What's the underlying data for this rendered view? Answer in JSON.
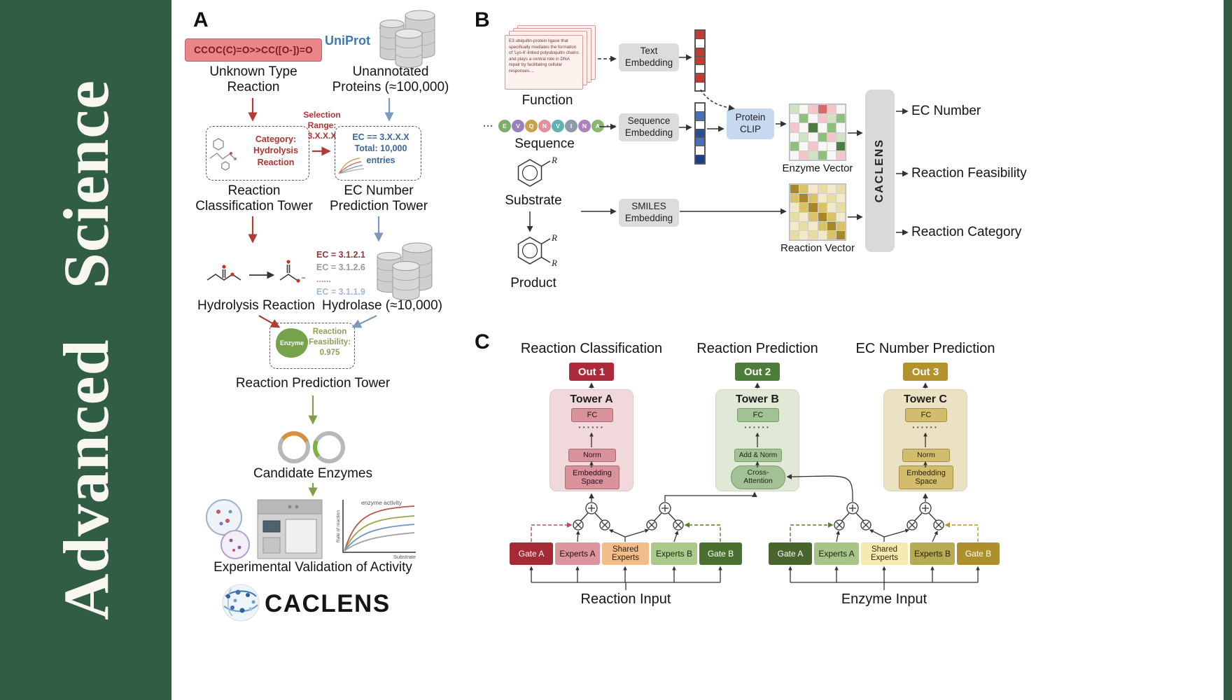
{
  "journal": {
    "title": "Advanced  Science",
    "band_color": "#315d45"
  },
  "panel_a": {
    "label": "A",
    "smiles": "CCOC(C)=O>>CC([O-])=O",
    "unknown_reaction": "Unknown Type\nReaction",
    "uniprot": "UniProt",
    "unannotated": "Unannotated\nProteins (≈100,000)",
    "category_box": "Category:\nHydrolysis\nReaction",
    "selection_range": "Selection\nRange:\n3.X.X.X",
    "ec_filter_box": "EC == 3.X.X.X\nTotal: 10,000\nentries",
    "classification_tower": "Reaction\nClassification Tower",
    "ec_tower": "EC Number\nPrediction Tower",
    "ec_list": [
      "EC = 3.1.2.1",
      "EC = 3.1.2.6",
      "......",
      "EC = 3.1.1.9"
    ],
    "hydrolysis": "Hydrolysis Reaction",
    "hydrolase": "Hydrolase (≈10,000)",
    "enzyme": "Enzyme",
    "feasibility": "Reaction\nFeasibility:\n0.975",
    "prediction_tower": "Reaction Prediction Tower",
    "candidates": "Candidate Enzymes",
    "validation": "Experimental Validation of Activity",
    "plot": {
      "annotation": "enzyme activity",
      "xlabel": "Substrate",
      "ylabel": "Rate of reaction"
    },
    "wordmark": "CACLENS"
  },
  "panel_b": {
    "label": "B",
    "function_card": "E3 ubiquitin-protein ligase that specifically mediates the formation of 'Lys-6'-linked polyubiquitin chains and plays a central role in DNA repair by facilitating cellular responses....",
    "function": "Function",
    "ellipsis": "···",
    "sequence_letters": [
      "E",
      "V",
      "Q",
      "N",
      "V",
      "I",
      "N",
      "A"
    ],
    "sequence": "Sequence",
    "substituent": "R",
    "substrate": "Substrate",
    "product": "Product",
    "text_embedding": "Text\nEmbedding",
    "sequence_embedding": "Sequence\nEmbedding",
    "smiles_embedding": "SMILES\nEmbedding",
    "protein_clip": "Protein\nCLIP",
    "enzyme_vector": "Enzyme Vector",
    "reaction_vector": "Reaction Vector",
    "caclens": "CACLENS",
    "outputs": [
      "EC Number",
      "Reaction Feasibility",
      "Reaction Category"
    ],
    "text_vector_cells": [
      "#c23b33",
      "#ffffff",
      "#c23b33",
      "#c23b33",
      "#ffffff",
      "#c23b33",
      "#ffffff"
    ],
    "sequence_vector_cells": [
      "#ffffff",
      "#4a70b8",
      "#ffffff",
      "#2a4f98",
      "#4a70b8",
      "#ffffff",
      "#1d3f88"
    ],
    "enzyme_vector_grid": [
      [
        "#cfe3c3",
        "#f7f7f7",
        "#f3c6cb",
        "#d96a6a",
        "#f3c6cb",
        "#f7f7f7"
      ],
      [
        "#f7f7f7",
        "#8fbf7f",
        "#f7f7f7",
        "#f3c6cb",
        "#cfe3c3",
        "#8fbf7f"
      ],
      [
        "#f3c6cb",
        "#f7f7f7",
        "#4e7d44",
        "#f7f7f7",
        "#8fbf7f",
        "#f7f7f7"
      ],
      [
        "#f7f7f7",
        "#cfe3c3",
        "#f7f7f7",
        "#8fbf7f",
        "#f3c6cb",
        "#cfe3c3"
      ],
      [
        "#8fbf7f",
        "#f7f7f7",
        "#f3c6cb",
        "#f7f7f7",
        "#f7f7f7",
        "#4e7d44"
      ],
      [
        "#f7f7f7",
        "#f3c6cb",
        "#cfe3c3",
        "#8fbf7f",
        "#f7f7f7",
        "#f3c6cb"
      ]
    ],
    "reaction_vector_grid": [
      [
        "#a8862a",
        "#d9c268",
        "#f2e9c9",
        "#e8dba4",
        "#f2e9c9",
        "#e8dba4"
      ],
      [
        "#d9c268",
        "#a8862a",
        "#d9c268",
        "#f2e9c9",
        "#e8dba4",
        "#f2e9c9"
      ],
      [
        "#f2e9c9",
        "#d9c268",
        "#a8862a",
        "#d9c268",
        "#f2e9c9",
        "#e8dba4"
      ],
      [
        "#e8dba4",
        "#f2e9c9",
        "#d9c268",
        "#a8862a",
        "#d9c268",
        "#f2e9c9"
      ],
      [
        "#f2e9c9",
        "#e8dba4",
        "#f2e9c9",
        "#d9c268",
        "#a8862a",
        "#d9c268"
      ],
      [
        "#e8dba4",
        "#f2e9c9",
        "#e8dba4",
        "#f2e9c9",
        "#d9c268",
        "#a8862a"
      ]
    ]
  },
  "panel_c": {
    "label": "C",
    "columns": [
      {
        "title": "Reaction Classification",
        "out": "Out 1",
        "tower": "Tower A",
        "fc": "FC",
        "dots": "······",
        "mid": "Norm",
        "bottom": "Embedding\nSpace"
      },
      {
        "title": "Reaction Prediction",
        "out": "Out 2",
        "tower": "Tower B",
        "fc": "FC",
        "dots": "······",
        "mid": "Add & Norm",
        "bottom": "Cross-\nAttention"
      },
      {
        "title": "EC Number Prediction",
        "out": "Out 3",
        "tower": "Tower C",
        "fc": "FC",
        "dots": "······",
        "mid": "Norm",
        "bottom": "Embedding\nSpace"
      }
    ],
    "experts_left": [
      "Gate A",
      "Experts A",
      "Shared\nExperts",
      "Experts B",
      "Gate B"
    ],
    "experts_right": [
      "Gate A",
      "Experts A",
      "Shared\nExperts",
      "Experts B",
      "Gate B"
    ],
    "reaction_input": "Reaction Input",
    "enzyme_input": "Enzyme Input"
  },
  "colors": {
    "journal_green": "#315d45",
    "arrow_red": "#b23b35",
    "arrow_blue": "#7a99c0",
    "arrow_green": "#7fa04a",
    "smiles_box_bg": "#e8868a",
    "uniprot_blue": "#3d79b5",
    "clip_box_bg": "#c6d9ee",
    "out1": "#ab2b3c",
    "out2": "#4c7d3a",
    "out3": "#b3922e",
    "tower_a_bg": "#f1d8da",
    "tower_b_bg": "#dfe9d6",
    "tower_c_bg": "#ebe2c4",
    "gate_a_left": "#a52a35",
    "gate_b_left": "#4a7031",
    "gate_a_right": "#48652e",
    "gate_b_right": "#ad8f2b"
  }
}
